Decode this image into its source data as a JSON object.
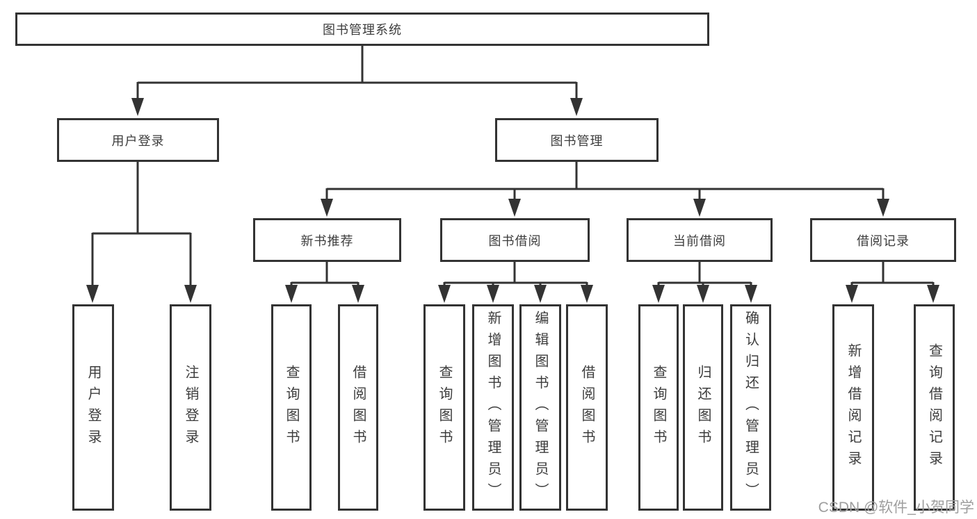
{
  "diagram": {
    "root": {
      "label": "图书管理系统"
    },
    "branches": [
      {
        "label": "用户登录",
        "children": [
          "用户登录",
          "注销登录"
        ]
      },
      {
        "label": "图书管理",
        "groups": [
          {
            "label": "新书推荐",
            "children": [
              "查询图书",
              "借阅图书"
            ]
          },
          {
            "label": "图书借阅",
            "children": [
              "查询图书",
              "新增图书（管理员）",
              "编辑图书（管理员）",
              "借阅图书"
            ]
          },
          {
            "label": "当前借阅",
            "children": [
              "查询图书",
              "归还图书",
              "确认归还（管理员）"
            ]
          },
          {
            "label": "借阅记录",
            "children": [
              "新增借阅记录",
              "查询借阅记录"
            ]
          }
        ]
      }
    ],
    "colors": {
      "line": "#333333",
      "text": "#3d3d3d",
      "watermark": "#9e9e9e"
    },
    "watermark": "CSDN @软件_小贺同学"
  }
}
